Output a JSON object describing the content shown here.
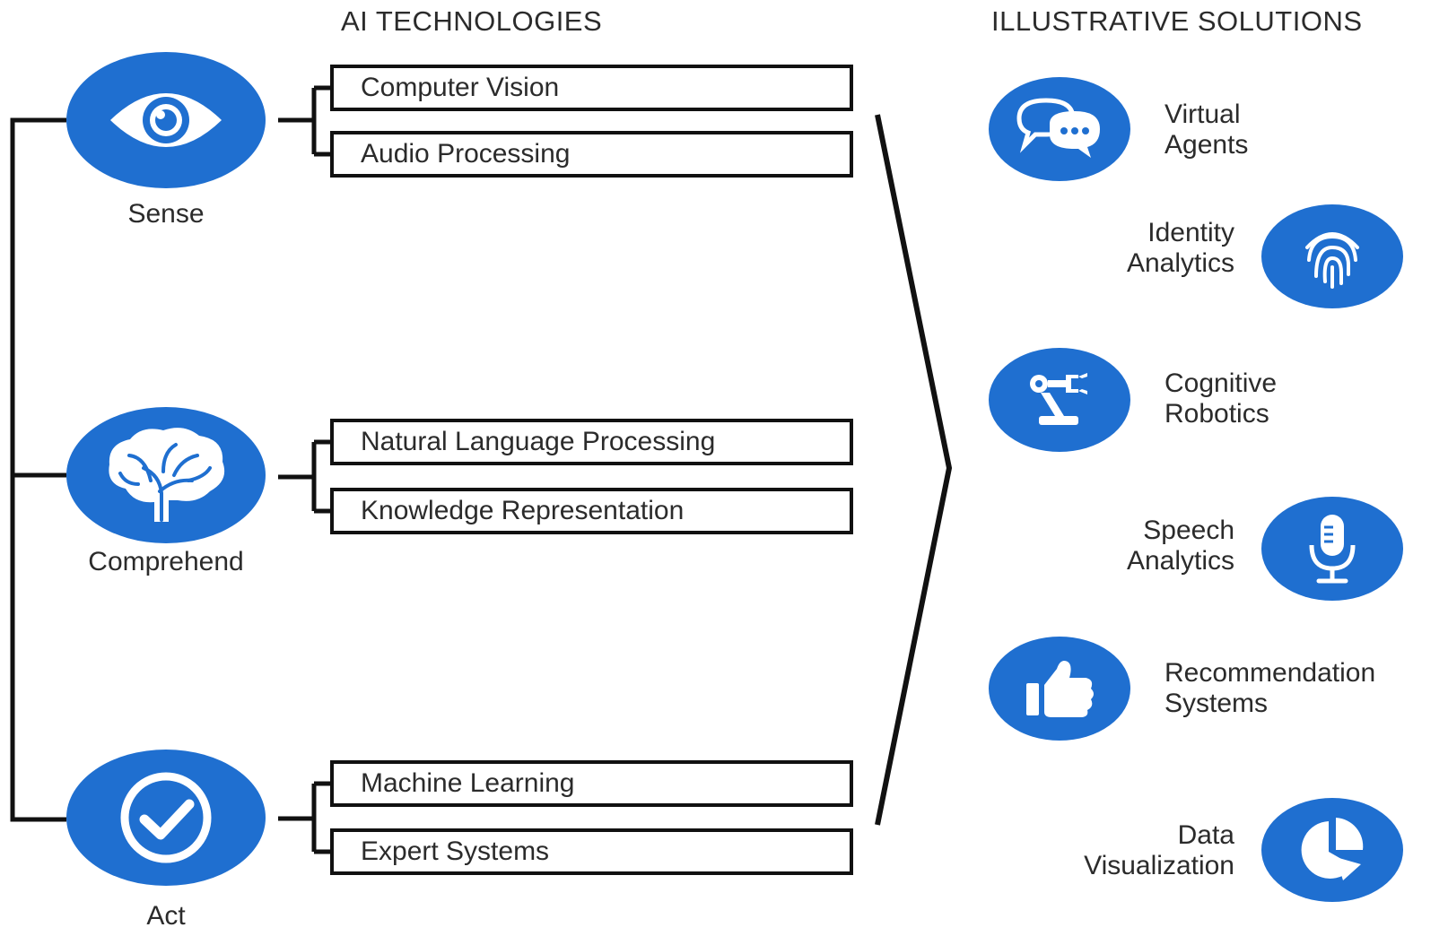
{
  "headers": {
    "technologies": "AI TECHNOLOGIES",
    "solutions": "ILLUSTRATIVE SOLUTIONS"
  },
  "colors": {
    "accent": "#1F6FD0",
    "line": "#111111"
  },
  "stages": [
    {
      "label": "Sense",
      "icon": "eye-icon"
    },
    {
      "label": "Comprehend",
      "icon": "brain-icon"
    },
    {
      "label": "Act",
      "icon": "checkmark-icon"
    }
  ],
  "technologies": [
    "Computer Vision",
    "Audio Processing",
    "Natural Language Processing",
    "Knowledge Representation",
    "Machine Learning",
    "Expert Systems"
  ],
  "solutions": [
    {
      "line1": "Virtual",
      "line2": "Agents",
      "icon": "chat-bubbles-icon"
    },
    {
      "line1": "Identity",
      "line2": "Analytics",
      "icon": "fingerprint-icon"
    },
    {
      "line1": "Cognitive",
      "line2": "Robotics",
      "icon": "robot-arm-icon"
    },
    {
      "line1": "Speech",
      "line2": "Analytics",
      "icon": "microphone-icon"
    },
    {
      "line1": "Recommendation",
      "line2": "Systems",
      "icon": "thumbs-up-icon"
    },
    {
      "line1": "Data",
      "line2": "Visualization",
      "icon": "pie-chart-icon"
    }
  ]
}
